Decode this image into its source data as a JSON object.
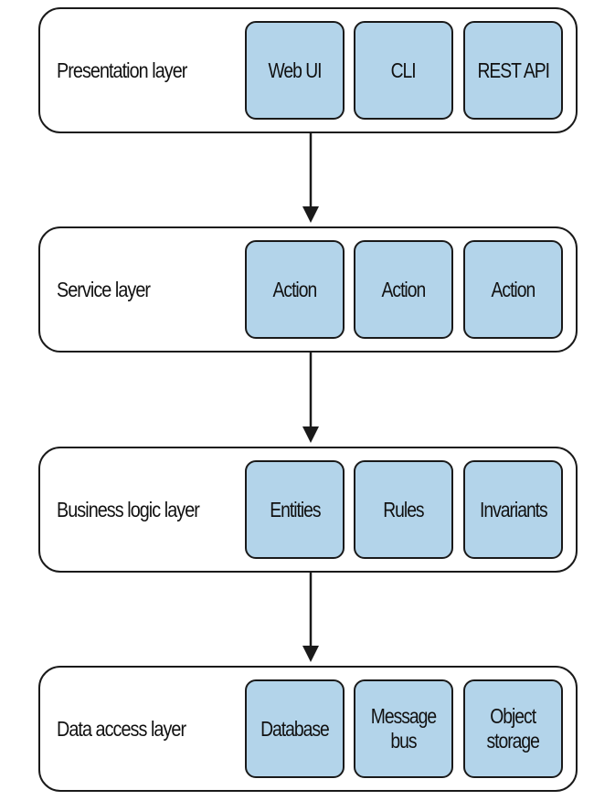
{
  "layers": [
    {
      "label": "Presentation layer",
      "components": [
        "Web UI",
        "CLI",
        "REST API"
      ]
    },
    {
      "label": "Service layer",
      "components": [
        "Action",
        "Action",
        "Action"
      ]
    },
    {
      "label": "Business logic layer",
      "components": [
        "Entities",
        "Rules",
        "Invariants"
      ]
    },
    {
      "label": "Data access layer",
      "components": [
        "Database",
        "Message\nbus",
        "Object\nstorage"
      ]
    }
  ],
  "colors": {
    "component_fill": "#b3d4ea",
    "stroke": "#1a1a1a",
    "layer_fill": "#ffffff"
  }
}
